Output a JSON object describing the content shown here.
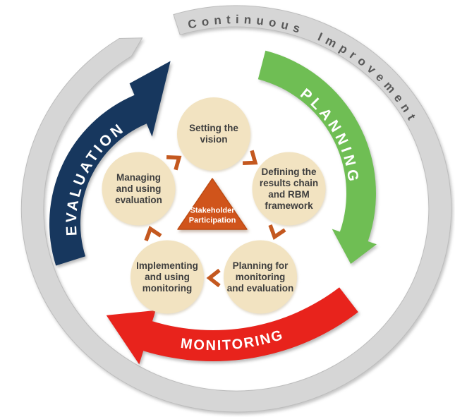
{
  "diagram": {
    "ring_label": "Continuous Improvement",
    "arrows": {
      "evaluation": "EVALUATION",
      "planning": "PLANNING",
      "monitoring": "MONITORING"
    },
    "steps": [
      "Setting the\nvision",
      "Defining the\nresults chain\nand RBM\nframework",
      "Planning for\nmonitoring\nand evaluation",
      "Implementing\nand using\nmonitoring",
      "Managing\nand using\nevaluation"
    ],
    "center_label": "Stakeholder\nParticipation",
    "colors": {
      "background": "#FFFFFF",
      "ring": "#D6D6D6",
      "ring_border": "#BDBDBD",
      "ring_text": "#595959",
      "evaluation_arrow": "#17375E",
      "planning_arrow": "#6FBE54",
      "monitoring_arrow": "#E8231C",
      "step_circle": "#F2E3C1",
      "step_text": "#3E3E3E",
      "center_triangle": "#D0541B",
      "center_triangle_border": "#BC4A12",
      "chevron": "#C4581F",
      "arrow_text": "#FFFFFF"
    }
  }
}
